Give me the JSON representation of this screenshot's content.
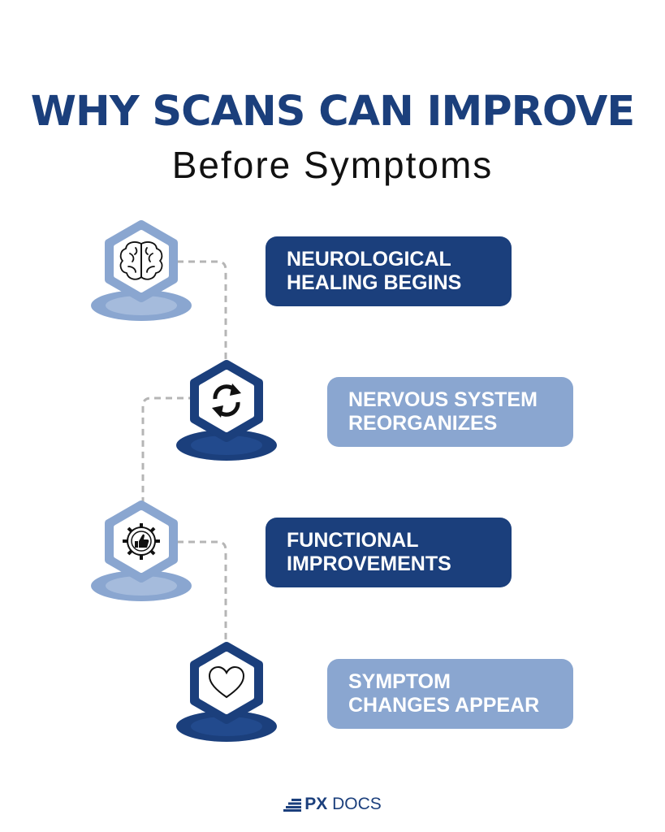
{
  "header": {
    "title": "WHY SCANS CAN IMPROVE",
    "subtitle": "Before Symptoms"
  },
  "steps": [
    {
      "label": "NEUROLOGICAL HEALING BEGINS",
      "line1": "NEUROLOGICAL",
      "line2": "HEALING BEGINS",
      "icon": "brain-icon",
      "tone": "light-hexagon"
    },
    {
      "label": "NERVOUS SYSTEM REORGANIZES",
      "line1": "NERVOUS SYSTEM",
      "line2": "REORGANIZES",
      "icon": "refresh-arrows-icon",
      "tone": "dark-hexagon"
    },
    {
      "label": "FUNCTIONAL IMPROVEMENTS",
      "line1": "FUNCTIONAL",
      "line2": "IMPROVEMENTS",
      "icon": "gear-thumbs-up-icon",
      "tone": "light-hexagon"
    },
    {
      "label": "SYMPTOM CHANGES APPEAR",
      "line1": "SYMPTOM",
      "line2": "CHANGES APPEAR",
      "icon": "heart-icon",
      "tone": "dark-hexagon"
    }
  ],
  "footer": {
    "brand_bold": "PX",
    "brand_rest": "DOCS"
  },
  "colors": {
    "navy": "#1b3f7c",
    "light_blue": "#8aa6d0",
    "pale_blue": "#c3d1e8",
    "connector": "#b5b5b5"
  }
}
